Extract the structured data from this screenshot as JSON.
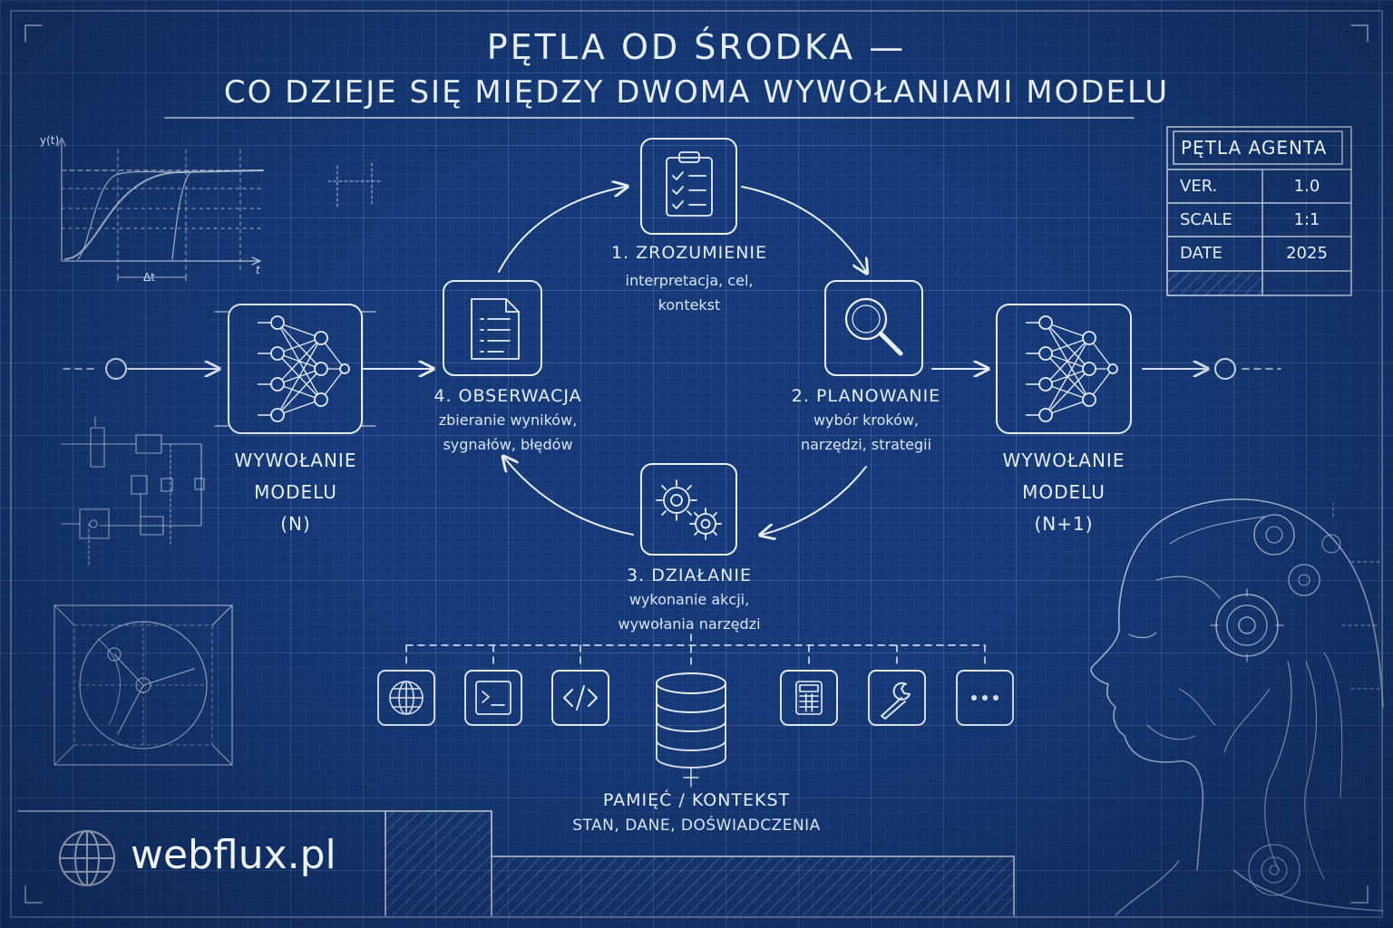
{
  "title": {
    "line1": "PĘTLA OD ŚRODKA —",
    "line2": "CO DZIEJE SIĘ MIĘDZY DWOMA WYWOŁANIAMI MODELU"
  },
  "steps": [
    {
      "id": "understanding",
      "title": "1. ZROZUMIENIE",
      "desc": [
        "interpretacja, cel,",
        "kontekst"
      ],
      "icon": "clipboard-checklist-icon"
    },
    {
      "id": "planning",
      "title": "2. PLANOWANIE",
      "desc": [
        "wybór kroków,",
        "narzędzi, strategii"
      ],
      "icon": "magnifier-icon"
    },
    {
      "id": "action",
      "title": "3. DZIAŁANIE",
      "desc": [
        "wykonanie akcji,",
        "wywołania narzędzi"
      ],
      "icon": "gears-icon"
    },
    {
      "id": "observation",
      "title": "4. OBSERWACJA",
      "desc": [
        "zbieranie wyników,",
        "sygnałów, błędów"
      ],
      "icon": "document-icon"
    }
  ],
  "model_left": {
    "lines": [
      "WYWOŁANIE",
      "MODELU",
      "(N)"
    ],
    "icon": "neural-network-icon"
  },
  "model_right": {
    "lines": [
      "WYWOŁANIE",
      "MODELU",
      "(N+1)"
    ],
    "icon": "neural-network-icon"
  },
  "tools": [
    {
      "name": "globe",
      "icon": "globe-icon"
    },
    {
      "name": "terminal",
      "icon": "terminal-icon"
    },
    {
      "name": "code",
      "icon": "code-icon"
    },
    {
      "name": "calculator",
      "icon": "calculator-icon"
    },
    {
      "name": "wrench",
      "icon": "wrench-icon"
    },
    {
      "name": "more",
      "icon": "ellipsis-icon"
    }
  ],
  "memory": {
    "title": "PAMIĘĆ / KONTEKST",
    "desc": "STAN, DANE, DOŚWIADCZENIA",
    "icon": "database-icon"
  },
  "title_block": {
    "heading": "PĘTLA AGENTA",
    "rows": [
      {
        "label": "VER.",
        "value": "1.0"
      },
      {
        "label": "SCALE",
        "value": "1:1"
      },
      {
        "label": "DATE",
        "value": "2025"
      }
    ]
  },
  "graph": {
    "ylabel": "y(t)",
    "xlabel": "t",
    "delta": "Δt"
  },
  "brand": {
    "text": "webflux.pl",
    "icon": "globe-icon"
  },
  "colors": {
    "background": "#163a78",
    "line": "#e7eefb",
    "grid": "#a0beeb"
  }
}
